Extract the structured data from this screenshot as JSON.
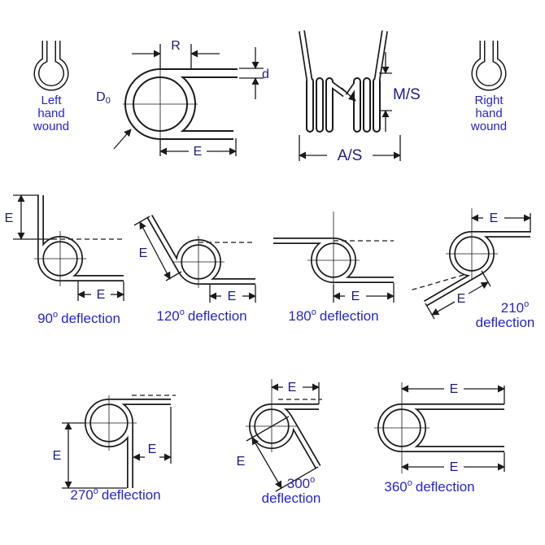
{
  "colors": {
    "line": "#1a1a1a",
    "dim_text": "#1a1a8c",
    "caption_text": "#2525cd"
  },
  "wound": {
    "left": {
      "line1": "Left",
      "line2": "hand",
      "line3": "wound"
    },
    "right": {
      "line1": "Right",
      "line2": "hand",
      "line3": "wound"
    }
  },
  "dims": {
    "r": "R",
    "d": "d",
    "d0_letter": "D",
    "d0_sub": "0",
    "e": "E",
    "ms": "M/S",
    "as": "A/S"
  },
  "degree_symbol": "o",
  "deflections": [
    {
      "angle": "90",
      "word": "deflection"
    },
    {
      "angle": "120",
      "word": "deflection"
    },
    {
      "angle": "180",
      "word": "deflection"
    },
    {
      "angle": "210",
      "word": "deflection"
    },
    {
      "angle": "270",
      "word": "deflection"
    },
    {
      "angle": "300",
      "word": "deflection"
    },
    {
      "angle": "360",
      "word": "deflection"
    }
  ]
}
